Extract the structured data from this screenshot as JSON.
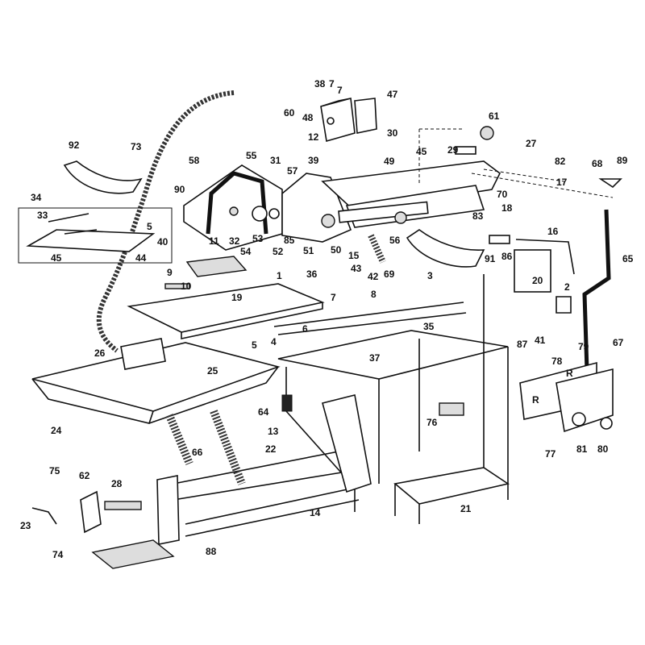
{
  "diagram": {
    "type": "exploded parts diagram",
    "labels": [
      "38",
      "7",
      "7",
      "47",
      "48",
      "60",
      "12",
      "30",
      "61",
      "27",
      "29",
      "45",
      "49",
      "31",
      "55",
      "57",
      "58",
      "39",
      "17",
      "82",
      "68",
      "89",
      "92",
      "73",
      "34",
      "33",
      "5",
      "40",
      "45",
      "44",
      "90",
      "32",
      "54",
      "53",
      "52",
      "85",
      "51",
      "50",
      "15",
      "43",
      "42",
      "69",
      "56",
      "70",
      "83",
      "18",
      "16",
      "65",
      "91",
      "86",
      "20",
      "2",
      "11",
      "9",
      "10",
      "1",
      "36",
      "19",
      "8",
      "7",
      "3",
      "6",
      "5",
      "4",
      "35",
      "87",
      "41",
      "78",
      "79",
      "67",
      "26",
      "25",
      "37",
      "24",
      "64",
      "76",
      "13",
      "66",
      "22",
      "77",
      "81",
      "80",
      "21",
      "14",
      "75",
      "62",
      "28",
      "23",
      "74",
      "88"
    ],
    "marks": {
      "plate_letter": "R"
    }
  }
}
